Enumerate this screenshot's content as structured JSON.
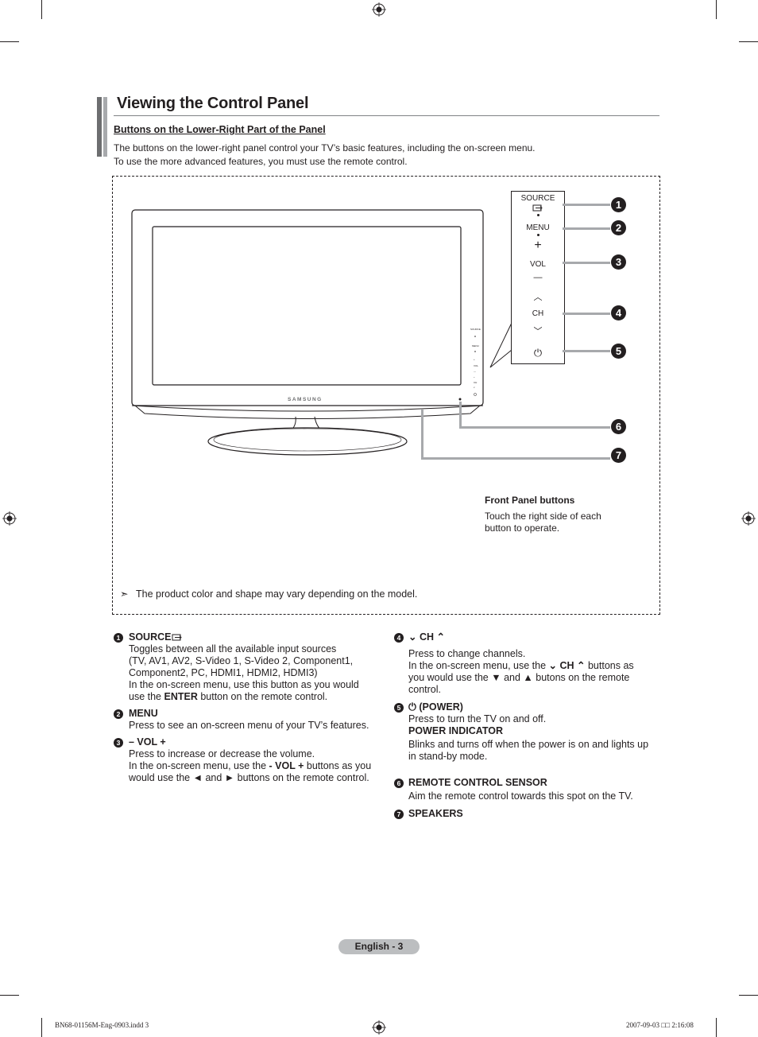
{
  "title": "Viewing the Control Panel",
  "subheading": "Buttons on the Lower-Right Part of the Panel",
  "intro": [
    "The buttons on the lower-right panel control your TV’s basic features, including the on-screen menu.",
    "To use the more advanced features, you must use the remote control."
  ],
  "figure": {
    "brand": "SAMSUNG",
    "panel_labels": {
      "source": "SOURCE",
      "menu": "MENU",
      "plus": "+",
      "vol": "VOL",
      "minus": "—",
      "up": "︿",
      "ch": "CH",
      "down": "﹀",
      "power": "⏻"
    },
    "callout_numbers": [
      "1",
      "2",
      "3",
      "4",
      "5",
      "6",
      "7"
    ],
    "front_panel_title": "Front Panel buttons",
    "front_panel_text": "Touch the right side of each button to operate.",
    "note_arrow": "➣",
    "note": "The product color and shape may vary depending on the model."
  },
  "left_items": [
    {
      "num": "1",
      "head": "SOURCE",
      "lines": [
        "Toggles between all the available input sources",
        "(TV, AV1, AV2, S-Video 1, S-Video 2, Component1,",
        "Component2, PC, HDMI1, HDMI2, HDMI3)",
        "In the on-screen menu, use this button as you would"
      ],
      "last_pre": "use the ",
      "last_bold": "ENTER",
      "last_post": " button on the remote control."
    },
    {
      "num": "2",
      "head": "MENU",
      "text": "Press to see an on-screen menu of your TV’s features."
    },
    {
      "num": "3",
      "head": "– VOL +",
      "line1": "Press to increase or decrease the volume.",
      "line2_pre": "In the on-screen menu, use the ",
      "line2_bold": "- VOL +",
      "line2_post": " buttons as you",
      "line3": "would use the ◄ and ► buttons on the remote control."
    }
  ],
  "right_items": [
    {
      "num": "4",
      "head_down": "⌄",
      "head": "CH",
      "head_up": "⌃",
      "line1": "Press to change channels.",
      "line2_pre": "In the on-screen menu, use the ",
      "line2_down": "⌄",
      "line2_bold": "CH",
      "line2_up": "⌃",
      "line2_post": " buttons as",
      "line3": "you would use the ▼ and ▲ butons on the remote",
      "line4": "control."
    },
    {
      "num": "5",
      "icon": "⏻",
      "head": "(POWER)",
      "line1": "Press to turn the TV on and off.",
      "subhead": "POWER INDICATOR",
      "line2": "Blinks and turns off when the power is on and lights up",
      "line3": "in stand-by mode."
    },
    {
      "num": "6",
      "head": "REMOTE CONTROL SENSOR",
      "text": "Aim the remote control towards this spot on the TV."
    },
    {
      "num": "7",
      "head": "SPEAKERS"
    }
  ],
  "footer": "English - 3",
  "slug_left": "BN68-01156M-Eng-0903.indd   3",
  "slug_right": "2007-09-03   □□ 2:16:08"
}
